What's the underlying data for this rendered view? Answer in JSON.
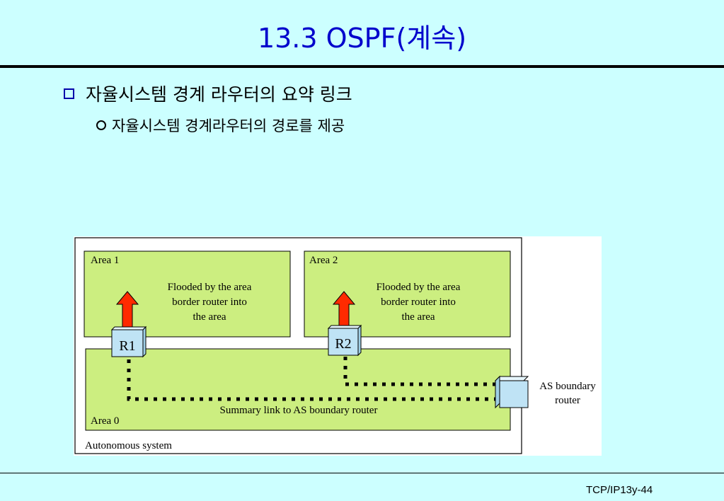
{
  "slide": {
    "title": "13.3 OSPF(계속)",
    "bullets": [
      {
        "text": "자율시스템 경계 라우터의 요약 링크"
      },
      {
        "text": "자율시스템 경계라우터의 경로를 제공"
      }
    ],
    "footer": "TCP/IP13y-44"
  },
  "diagram": {
    "area1_label": "Area 1",
    "area2_label": "Area 2",
    "area0_label": "Area 0",
    "area1_flood": [
      "Flooded by the area",
      "border router into",
      "the area"
    ],
    "area2_flood": [
      "Flooded by the area",
      "border router into",
      "the area"
    ],
    "r1_label": "R1",
    "r2_label": "R2",
    "asbr_label": [
      "AS boundary",
      "router"
    ],
    "summary_link_label": "Summary link to AS boundary router",
    "as_label": "Autonomous system",
    "colors": {
      "area_fill": "#ccee80",
      "router_fill": "#bfe3f5",
      "arrow_fill": "#ff2a00",
      "title_text": "#0000cc"
    }
  }
}
